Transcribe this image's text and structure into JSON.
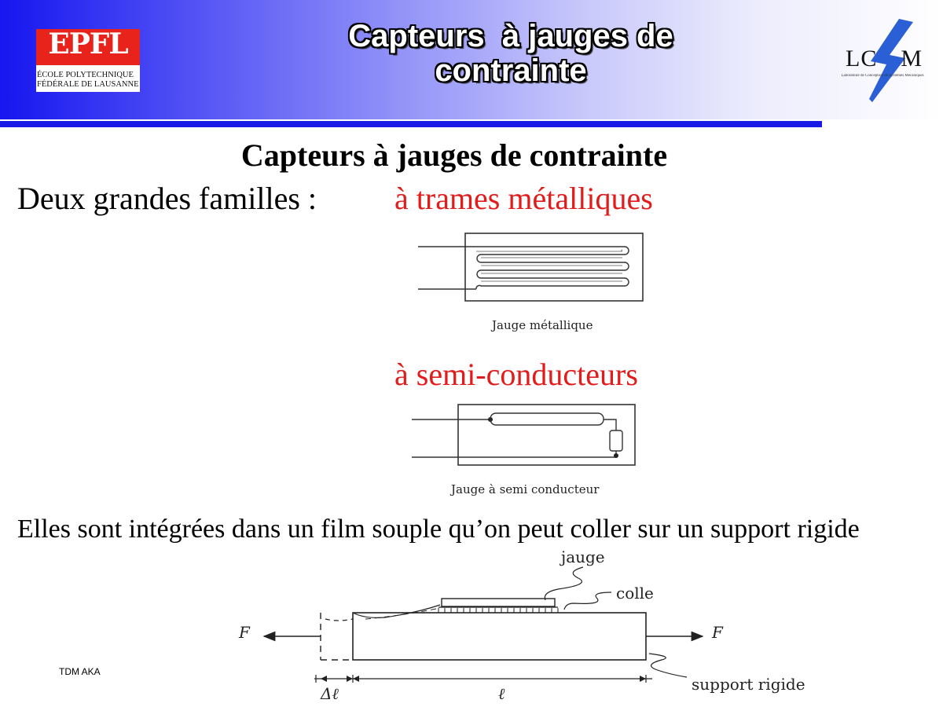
{
  "header": {
    "title_line1": "Capteurs  à jauges de",
    "title_line2": "contrainte",
    "epfl_line1": "ÉCOLE POLYTECHNIQUE",
    "epfl_line2": "FÉDÉRALE DE LAUSANNE",
    "lcsm": "LCSM",
    "lcsm_sub": "Laboratoire de Conception de Systèmes Mécaniques"
  },
  "main": {
    "title": "Capteurs à jauges de contrainte",
    "families_intro": "Deux grandes familles :",
    "family_metal": "à trames métalliques",
    "family_semi": "à semi-conducteurs",
    "caption_metal": "Jauge métallique",
    "caption_semi": "Jauge à semi conducteur",
    "paragraph": "Elles sont intégrées dans un film souple qu’on peut coller sur un support rigide"
  },
  "diagram": {
    "label_jauge": "jauge",
    "label_colle": "colle",
    "label_F_left": "F",
    "label_F_right": "F",
    "label_support": "support rigide",
    "label_delta": "Δℓ",
    "label_l": "ℓ"
  },
  "footer": {
    "text": "TDM AKA"
  },
  "colors": {
    "accent_red": "#e21b1b",
    "header_blue": "#1a1ae6",
    "epfl_red": "#e8231b"
  }
}
